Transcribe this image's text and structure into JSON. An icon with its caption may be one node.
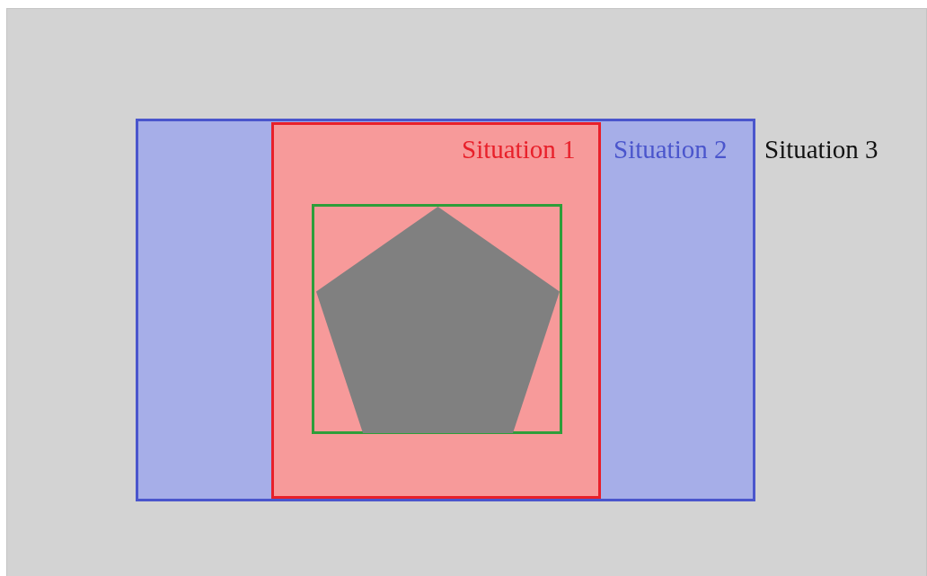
{
  "diagram": {
    "nodes": [
      {
        "text": [
          "Situation 3"
        ]
      },
      {
        "text": [
          "Situation 2"
        ],
        "in": 0
      },
      {
        "text": [
          "Situation 1"
        ],
        "in": 1
      },
      {
        "text": [],
        "shape": "box",
        "in": 2
      },
      {
        "text": [],
        "shape": "pentagon",
        "in": 3
      }
    ]
  }
}
